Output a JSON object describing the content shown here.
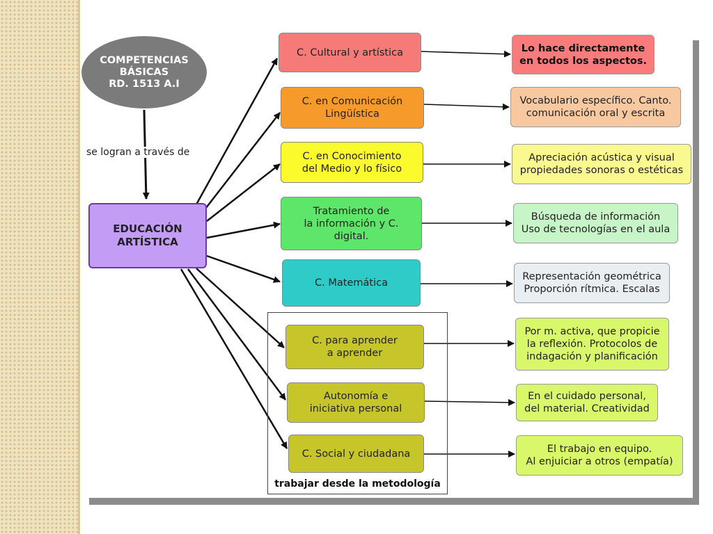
{
  "colors": {
    "center": "#c39cf6",
    "oval": "#7b7b7b",
    "cultural": "#f67a77",
    "linguistica": "#f69a2b",
    "medio_fisico": "#fafa2d",
    "digital": "#5ee66a",
    "matematica": "#2fcbc8",
    "metodologia": "#c6c62a",
    "res_cultural": "#f97b7b",
    "res_linguistica": "#f8c8a0",
    "res_medio_fisico": "#f9f98f",
    "res_digital": "#c8f5c8",
    "res_matematica": "#e8eef2",
    "res_metodologia": "#d9f76a"
  },
  "root": {
    "label": "COMPETENCIAS\nBÁSICAS\nRD. 1513 A.I"
  },
  "link_label": "se logran a través de",
  "center": {
    "label": "EDUCACIÓN\nARTÍSTICA"
  },
  "group_label": "trabajar desde la metodología",
  "competencias": [
    {
      "label": "C. Cultural y artística"
    },
    {
      "label": "C. en Comunicación\nLingüística"
    },
    {
      "label": "C. en Conocimiento\ndel Medio y lo físico"
    },
    {
      "label": "Tratamiento de\nla información y C.\ndigital."
    },
    {
      "label": "C. Matemática"
    },
    {
      "label": "C. para aprender\na aprender"
    },
    {
      "label": "Autonomía e\niniciativa personal"
    },
    {
      "label": "C. Social y ciudadana"
    }
  ],
  "resultados": [
    {
      "label": "Lo hace directamente\nen todos los aspectos."
    },
    {
      "label": "Vocabulario específico. Canto.\ncomunicación oral y escrita"
    },
    {
      "label": "Apreciación acústica y visual\npropiedades sonoras o estéticas"
    },
    {
      "label": "Búsqueda de información\nUso de tecnologías en el aula"
    },
    {
      "label": "Representación geométrica\nProporción rítmica. Escalas"
    },
    {
      "label": "Por m. activa, que propicie\nla reflexión. Protocolos de\nindagación y planificación"
    },
    {
      "label": "En el cuidado personal,\ndel material. Creatividad"
    },
    {
      "label": "El trabajo en equipo.\nAl enjuiciar a otros (empatía)"
    }
  ]
}
